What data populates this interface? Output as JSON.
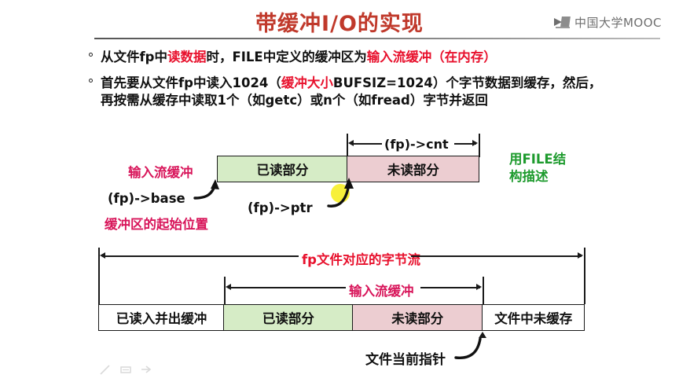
{
  "header": {
    "title": "带缓冲I/O的实现",
    "logo_text": "中国大学MOOC",
    "logo_icon": "book-logo-icon"
  },
  "bullets": [
    {
      "marker": "°",
      "runs": [
        {
          "text": "从文件fp中",
          "style": "black"
        },
        {
          "text": "读数据",
          "style": "red"
        },
        {
          "text": "时，FILE中定义的缓冲区为",
          "style": "black"
        },
        {
          "text": "输入流缓冲（在内存）",
          "style": "red"
        }
      ]
    },
    {
      "marker": "°",
      "runs": [
        {
          "text": "首先要从文件fp中读入1024（",
          "style": "black"
        },
        {
          "text": "缓冲大小",
          "style": "red"
        },
        {
          "text": "BUFSIZ=1024）个字节数据到缓存，然后，再按需从缓存中读取1个（如getc）或n个（如fread）字节并返回",
          "style": "black"
        }
      ]
    }
  ],
  "diagram_top": {
    "cnt_label": "(fp)->cnt",
    "left_label": "输入流缓冲",
    "base_label": "(fp)->base",
    "base_sub_label": "缓冲区的起始位置",
    "ptr_label": "(fp)->ptr",
    "right_note_line1": "用FILE结",
    "right_note_line2": "构描述",
    "segments": [
      {
        "label": "已读部分",
        "fill": "green"
      },
      {
        "label": "未读部分",
        "fill": "pink"
      }
    ]
  },
  "diagram_bottom": {
    "stream_label": "fp文件对应的字节流",
    "buffer_label": "输入流缓冲",
    "pointer_label": "文件当前指针",
    "segments": [
      {
        "label": "已读入并出缓冲",
        "fill": "white"
      },
      {
        "label": "已读部分",
        "fill": "green"
      },
      {
        "label": "未读部分",
        "fill": "pink"
      },
      {
        "label": "文件中未缓存",
        "fill": "white"
      }
    ]
  },
  "toolbar": {
    "pen_icon": "pen-icon",
    "board_icon": "board-icon",
    "arrow_icon": "arrow-right-icon"
  },
  "colors": {
    "title": "#c0392b",
    "accent_red": "#e8112d",
    "accent_pink": "#d8155a",
    "accent_green": "#1e9b2e",
    "seg_green": "#d6ecc6",
    "seg_pink": "#eccdd1",
    "highlight": "#f6ef2a"
  }
}
